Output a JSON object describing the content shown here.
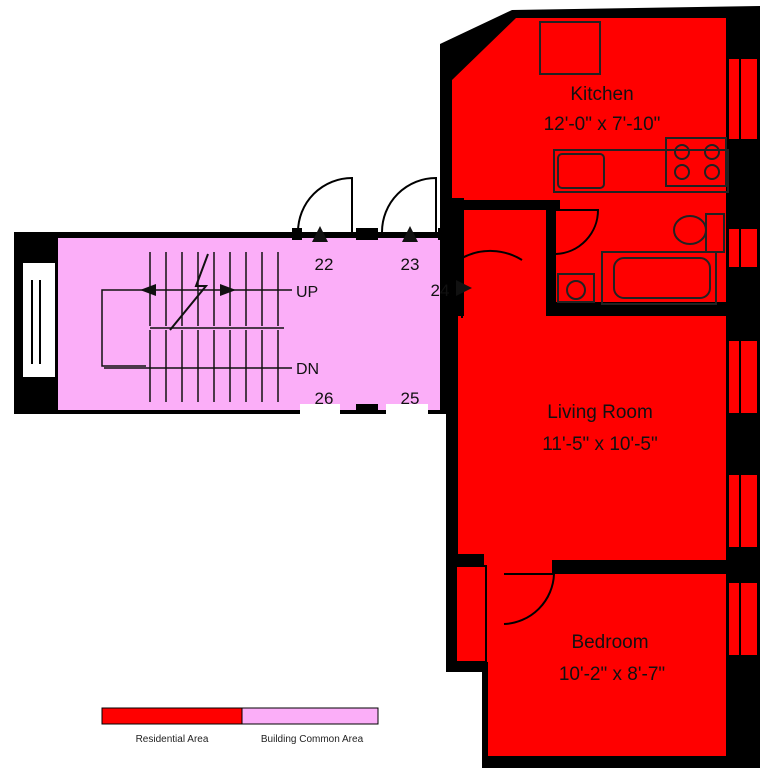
{
  "colors": {
    "residential": "#ff0000",
    "common": "#fbaef8",
    "wall": "#000000"
  },
  "rooms": {
    "kitchen": {
      "name": "Kitchen",
      "dims": "12'-0\" x 7'-10\""
    },
    "living": {
      "name": "Living Room",
      "dims": "11'-5\" x 10'-5\""
    },
    "bedroom": {
      "name": "Bedroom",
      "dims": "10'-2\" x 8'-7\""
    }
  },
  "doors": {
    "d22": "22",
    "d23": "23",
    "d24": "24",
    "d25": "25",
    "d26": "26"
  },
  "stairs": {
    "up": "UP",
    "down": "DN"
  },
  "legend": {
    "residential_label": "Residential Area",
    "common_label": "Building Common Area"
  }
}
